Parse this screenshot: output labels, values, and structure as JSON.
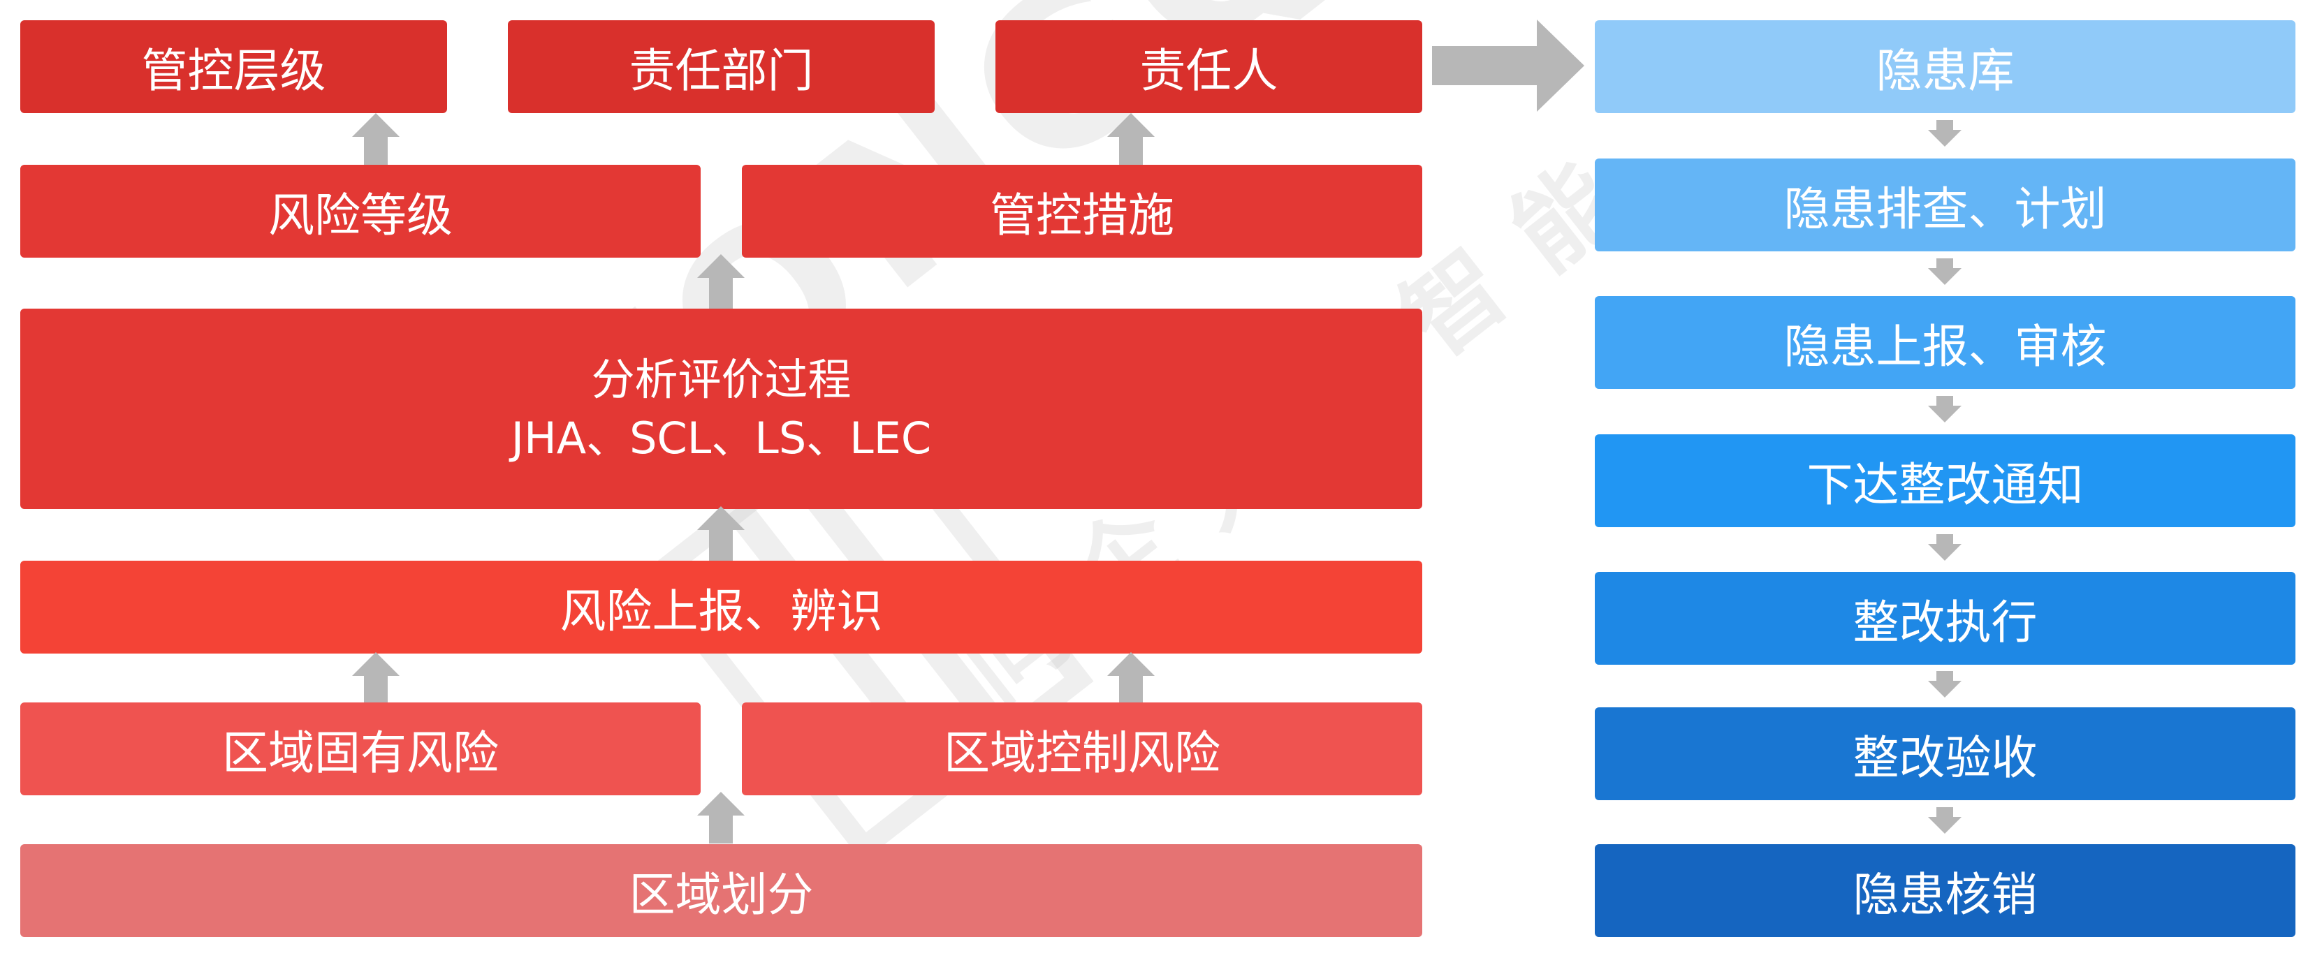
{
  "left": {
    "row1": [
      "管控层级",
      "责任部门",
      "责任人"
    ],
    "row2": [
      "风险等级",
      "管控措施"
    ],
    "analysis": {
      "line1": "分析评价过程",
      "line2": "JHA、SCL、LS、LEC"
    },
    "report": "风险上报、辨识",
    "row5": [
      "区域固有风险",
      "区域控制风险"
    ],
    "zone": "区域划分"
  },
  "right": {
    "steps": [
      "隐患库",
      "隐患排查、计划",
      "隐患上报、审核",
      "下达整改通知",
      "整改执行",
      "整改验收",
      "隐患核销"
    ]
  },
  "watermark": {
    "latin": "TONGQI",
    "chinese": "同企人工智能"
  },
  "colors": {
    "dark_red": "#d9302c",
    "red": "#e33834",
    "red_mid": "#f44336",
    "red_light": "#ef5350",
    "red_pale": "#e57373",
    "blue_steps": [
      "#90caf9",
      "#64b5f6",
      "#42a5f5",
      "#2196f3",
      "#1e88e5",
      "#1976d2",
      "#1565c0"
    ],
    "arrow": "#b7b7b7"
  }
}
